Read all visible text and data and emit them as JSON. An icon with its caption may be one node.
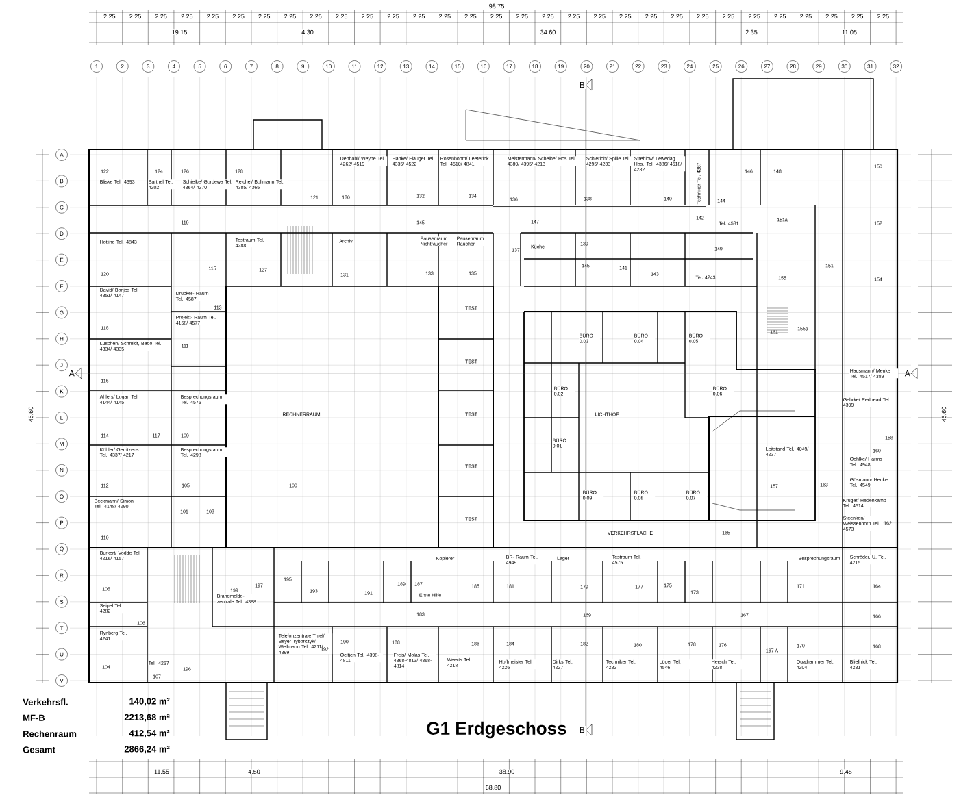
{
  "diagram": {
    "title": "G1 Erdgeschoss",
    "labels": [
      "1",
      "2",
      "3",
      "4",
      "5",
      "6",
      "7",
      "8",
      "9",
      "10",
      "11",
      "12",
      "13",
      "14",
      "15",
      "16",
      "17",
      "18",
      "19",
      "20",
      "21",
      "22",
      "23",
      "24",
      "25",
      "26",
      "27",
      "28",
      "29",
      "30",
      "31",
      "32",
      "A",
      "B",
      "C",
      "D",
      "E",
      "F",
      "G",
      "H",
      "J",
      "K",
      "L",
      "M",
      "N",
      "O",
      "P",
      "Q",
      "R",
      "S",
      "T",
      "U",
      "V",
      "B",
      "B",
      "A",
      "A",
      "Verkehrsfl.",
      "140,02 m²",
      "MF-B",
      "2213,68 m²",
      "Rechenraum",
      "412,54 m²",
      "Gesamt",
      "2866,24 m²",
      "122",
      "Bliske Tel. 4393",
      "124",
      "Barthel Tel. 4202",
      "126",
      "Schielke/ Gordewa Tel. 4364/ 4270",
      "128",
      "Reichel/ Bollmann Tel. 4385/ 4365",
      "121",
      "Debbabi/ Weyhe Tel. 4262/ 4519",
      "130",
      "Hanke/ Flauger Tel. 4335/ 4522",
      "132",
      "Rosenboom/ Leeterink Tel. 4510/ 4841",
      "134",
      "Meistermann/ Scheibe/ Hos Tel. 4380/ 4395/ 4213",
      "136",
      "Schierloh/ Spille Tel. 4295/ 4233",
      "138",
      "Strehlow/ Lewedag Hos. Tel. 4386/ 4518/ 4282",
      "140",
      "Techniker Tel. 4387",
      "146",
      "148",
      "144",
      "150",
      "119",
      "145",
      "147",
      "142",
      "Tel. 4531",
      "151a",
      "152",
      "Hotline Tel. 4843",
      "Testraum Tel. 4288",
      "Archiv",
      "Pausenraum Nichtraucher",
      "Pausenraum Raucher",
      "137",
      "Küche",
      "139",
      "149",
      "151",
      "120",
      "115",
      "127",
      "131",
      "133",
      "135",
      "145",
      "141",
      "143",
      "Tel. 4243",
      "155",
      "154",
      "David/ Bonjes Tel. 4351/ 4147",
      "Drucker- Raum Tel. 4587",
      "113",
      "TEST",
      "Projekt- Raum Tel. 4158/ 4577",
      "118",
      "161",
      "155a",
      "BÜRO 0.03",
      "BÜRO 0.04",
      "BÜRO 0.05",
      "Lüschen/ Schmidt, Bado Tel. 4334/ 4335",
      "111",
      "TEST",
      "Hausmann/ Menke Tel. 4517/ 4389",
      "116",
      "BÜRO 0.02",
      "BÜRO 0.06",
      "Ahlers/ Logan Tel. 4144/ 4145",
      "Besprechungsraum Tel. 4576",
      "Gehrke/ Redhead Tel. 4309",
      "RECHNERRAUM",
      "TEST",
      "LICHTHOF",
      "114",
      "117",
      "109",
      "158",
      "BÜRO 0.01",
      "Köhler/ Gerritzens Tel. 4337/ 4217",
      "Besprechungsraum Tel. 4298",
      "160",
      "Leitstand Tel. 4049/ 4237",
      "Oehlke/ Harms Tel. 4948",
      "TEST",
      "Gösmann- Henke Tel. 4549",
      "112",
      "105",
      "100",
      "157",
      "163",
      "BÜRO 0.09",
      "BÜRO 0.08",
      "BÜRO 0.07",
      "Beckmann/ Simon Tel. 4148/ 4290",
      "Krüger/ Hedenkamp Tel. 4514",
      "101",
      "103",
      "Steenken/ Weissenborn Tel. 4573",
      "TEST",
      "162",
      "VERKEHRSFLÄCHE",
      "165",
      "110",
      "Burkert/ Vodde Tel. 4216/ 4157",
      "Kopierer",
      "BR- Raum Tel. 4949",
      "Lager",
      "Testraum Tel. 4575",
      "Besprechungsraum",
      "Schröder, U. Tel. 4215",
      "195",
      "197",
      "189",
      "187",
      "185",
      "181",
      "179",
      "177",
      "175",
      "171",
      "164",
      "108",
      "199",
      "193",
      "191",
      "173",
      "Brandmelde- zentrale Tel. 4388",
      "Erste Hilfe",
      "Seipel Tel. 4282",
      "183",
      "169",
      "167",
      "166",
      "106",
      "Rynberg Tel. 4241",
      "Telefonzentrale Thiel/ Beyer Tyborczyk/ Wellmann Tel. 4211/ 4399",
      "190",
      "188",
      "186",
      "184",
      "182",
      "180",
      "178",
      "176",
      "170",
      "168",
      "192",
      "167 A",
      "Oeltjen Tel. 4398- 4811",
      "Freis/ Molas Tel. 4368-4813/ 4368-4814",
      "Weerts Tel. 4218",
      "Hoffmeister Tel. 4226",
      "Dirks Tel. 4227",
      "Techniker Tel. 4232",
      "Lüder Tel. 4546",
      "Hersch Tel. 4238",
      "Quathammer Tel. 4204",
      "Bliefnick Tel. 4231",
      "Tel. 4257",
      "107",
      "104",
      "196",
      "98.75",
      "19.15",
      "4.30",
      "34.60",
      "2.35",
      "11.05",
      "11.55",
      "4.50",
      "38.90",
      "9.45",
      "68.80",
      "45.60",
      "45.60",
      "2.25",
      "2.25",
      "2.25",
      "2.25",
      "2.25",
      "2.25",
      "2.25",
      "2.25",
      "2.25",
      "2.25",
      "2.25",
      "2.25",
      "2.25",
      "2.25",
      "2.25",
      "2.25",
      "2.25",
      "2.25",
      "2.25",
      "2.25",
      "2.25",
      "2.25",
      "2.25",
      "2.25",
      "2.25",
      "2.25",
      "2.25",
      "2.25",
      "2.25",
      "2.25",
      "2.25"
    ]
  }
}
